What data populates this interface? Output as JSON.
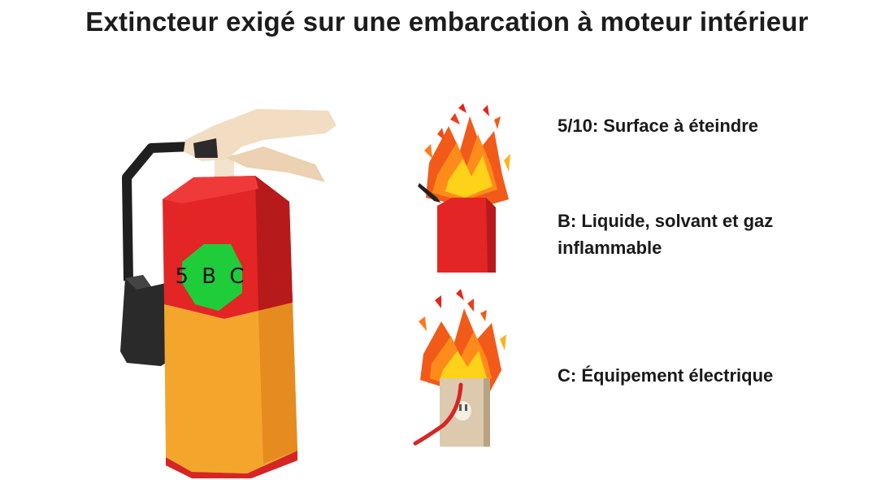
{
  "title": "Extincteur exigé sur une embarcation à moteur intérieur",
  "extinguisher": {
    "label": "5 B C",
    "colors": {
      "body_top": "#d11f1f",
      "body_bottom": "#f29c27",
      "label": "#1fcc3a",
      "handle": "#f2dcc2",
      "hose": "#222222"
    }
  },
  "legend": [
    {
      "text": "5/10: Surface à éteindre",
      "icon": "none"
    },
    {
      "text": "B: Liquide, solvant et gaz inflammable",
      "icon": "fuel-can-fire-icon"
    },
    {
      "text": "C: Équipement électrique",
      "icon": "electrical-outlet-fire-icon"
    }
  ]
}
